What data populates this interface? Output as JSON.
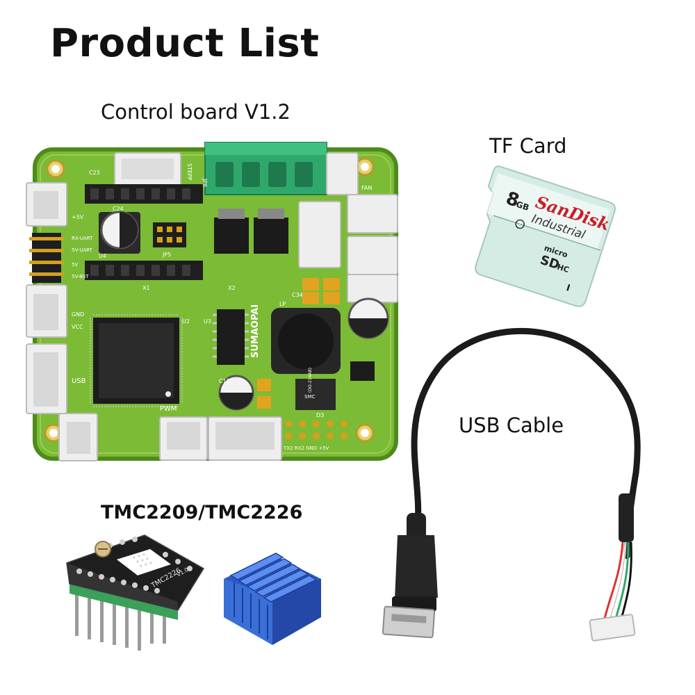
{
  "page_title": "Product List",
  "items": [
    {
      "label": "Control board V1.2"
    },
    {
      "label": "TF Card"
    },
    {
      "label": "USB Cable"
    },
    {
      "label": "TMC2209/TMC2226"
    }
  ],
  "board_markings": {
    "brand": "SUMAOPAI",
    "jp6": "JP6",
    "stepp": "STEPP",
    "fan": "FAN",
    "jp5": "JP5",
    "u4": "U4",
    "u2": "U2",
    "u3": "U3",
    "x1": "X1",
    "x2": "X2",
    "lp": "LP",
    "c23": "C23",
    "c24": "C24",
    "c34": "C34",
    "c12": "C12",
    "pwm": "PWM",
    "usb": "USB",
    "vcc": "VCC",
    "gnd": "GND",
    "plus5v": "+5V",
    "rx_uart": "RX-UART",
    "tx_uart": "5V-UART",
    "fivev": "5V",
    "fivev_bst": "5V-BST",
    "smc": "SMC",
    "do214": "(DO-214AB)",
    "pins": "TX2  RX2  GND  +5V",
    "d3": "D3"
  },
  "card_markings": {
    "brand": "SanDisk",
    "type": "Industrial",
    "capacity": "8",
    "unit": "GB",
    "micro": "micro",
    "sd": "SD",
    "hc": "HC",
    "class": "I"
  },
  "driver_markings": {
    "chip": "TMC2226",
    "version": "V1.0"
  },
  "colors": {
    "pcb": "#7cbb35",
    "pcb_edge": "#4f8a1c",
    "connector_white": "#eeeeee",
    "terminal_green": "#2fa86c",
    "header_black": "#1e1e1e",
    "gold": "#d4a01e",
    "heatsink_blue": "#3a6fd8",
    "card_body": "#d4ece4",
    "sandisk_red": "#c8202a"
  }
}
